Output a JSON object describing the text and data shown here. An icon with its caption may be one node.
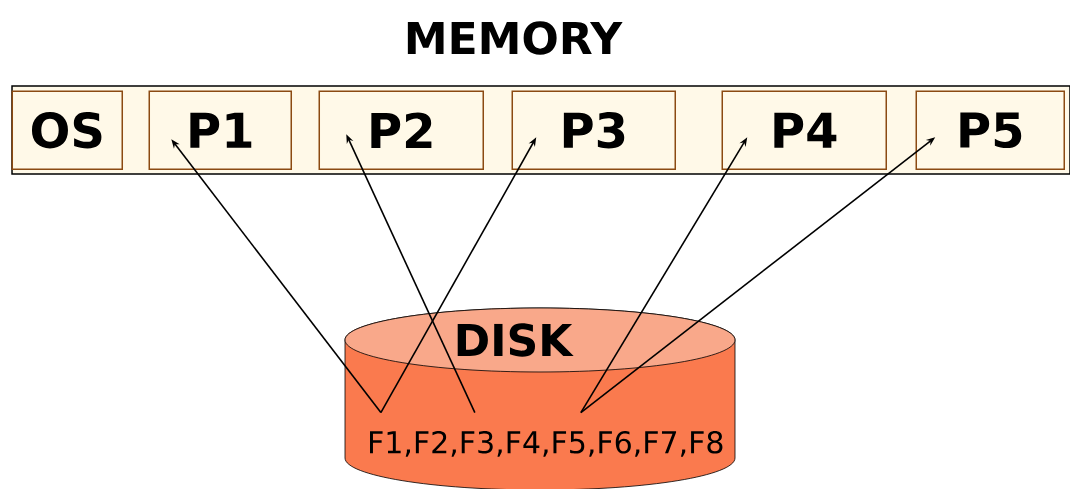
{
  "diagram": {
    "title": "MEMORY",
    "nodes": [
      {
        "text": [],
        "shape": "bar"
      },
      {
        "text": [
          "OS"
        ],
        "in": 0
      },
      {
        "text": [
          "P1"
        ],
        "in": 0
      },
      {
        "text": [
          "P2"
        ],
        "in": 0
      },
      {
        "text": [
          "P3"
        ],
        "in": 0
      },
      {
        "text": [
          "P4"
        ],
        "in": 0
      },
      {
        "text": [
          "P5"
        ],
        "in": 0
      },
      {
        "text": [
          "DISK"
        ]
      },
      {
        "text": [
          "F1,F2,F3,F4,F5,F6,F7,F8"
        ],
        "in": 7
      }
    ],
    "edges": [
      {
        "from": 8,
        "to": 2,
        "arrow": "to"
      },
      {
        "from": 8,
        "to": 4,
        "arrow": "to"
      },
      {
        "from": 8,
        "to": 3,
        "arrow": "to"
      },
      {
        "from": 8,
        "to": 5,
        "arrow": "to"
      },
      {
        "from": 8,
        "to": 6,
        "arrow": "to"
      }
    ]
  }
}
